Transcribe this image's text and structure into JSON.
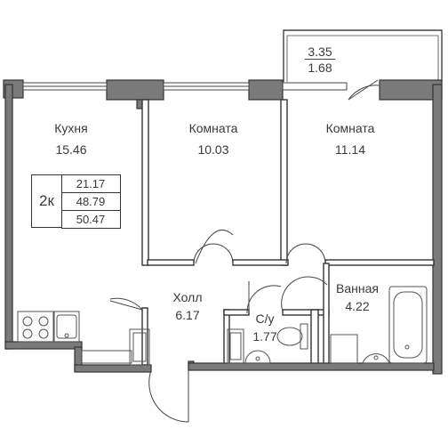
{
  "apartment": {
    "type": "2к",
    "areas": [
      "21.17",
      "48.79",
      "50.47"
    ]
  },
  "rooms": [
    {
      "name": "Кухня",
      "area": "15.46"
    },
    {
      "name": "Комната",
      "area": "10.03"
    },
    {
      "name": "Комната",
      "area": "11.14"
    },
    {
      "name": "Холл",
      "area": "6.17"
    },
    {
      "name": "С/у",
      "area": "1.77"
    },
    {
      "name": "Ванная",
      "area": "4.22"
    }
  ],
  "balcony": {
    "area_full": "3.35",
    "area_reduced": "1.68"
  },
  "colors": {
    "wall": "#3e3e3e",
    "wall_fill": "#7a7a7a",
    "line": "#4a4a4a",
    "fixture": "#555555"
  }
}
